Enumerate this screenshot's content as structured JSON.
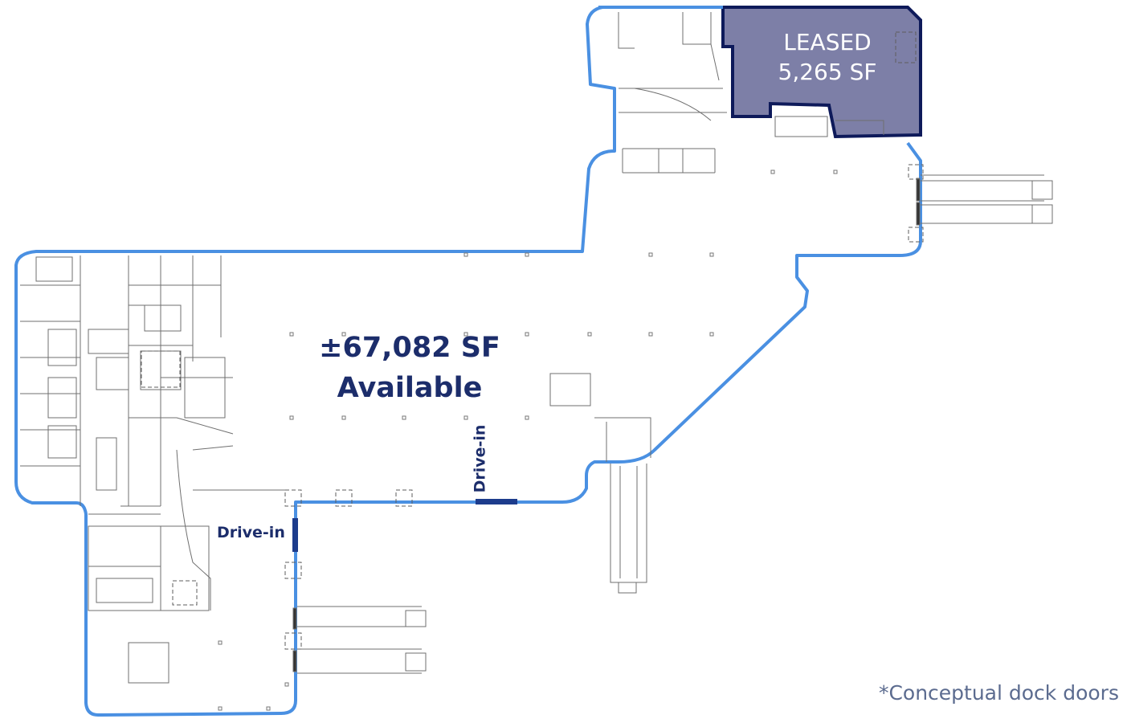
{
  "available": {
    "area": "±67,082 SF",
    "status": "Available"
  },
  "leased": {
    "status": "LEASED",
    "area": "5,265 SF",
    "fill": "#7d7fa7",
    "border": "#0e1a5a"
  },
  "drive_in_labels": [
    "Drive-in",
    "Drive-in"
  ],
  "footnote": "*Conceptual dock doors",
  "colors": {
    "outline": "#4a90e2",
    "text": "#1c2d6b",
    "drive_in_bar": "#1d3c8c"
  }
}
